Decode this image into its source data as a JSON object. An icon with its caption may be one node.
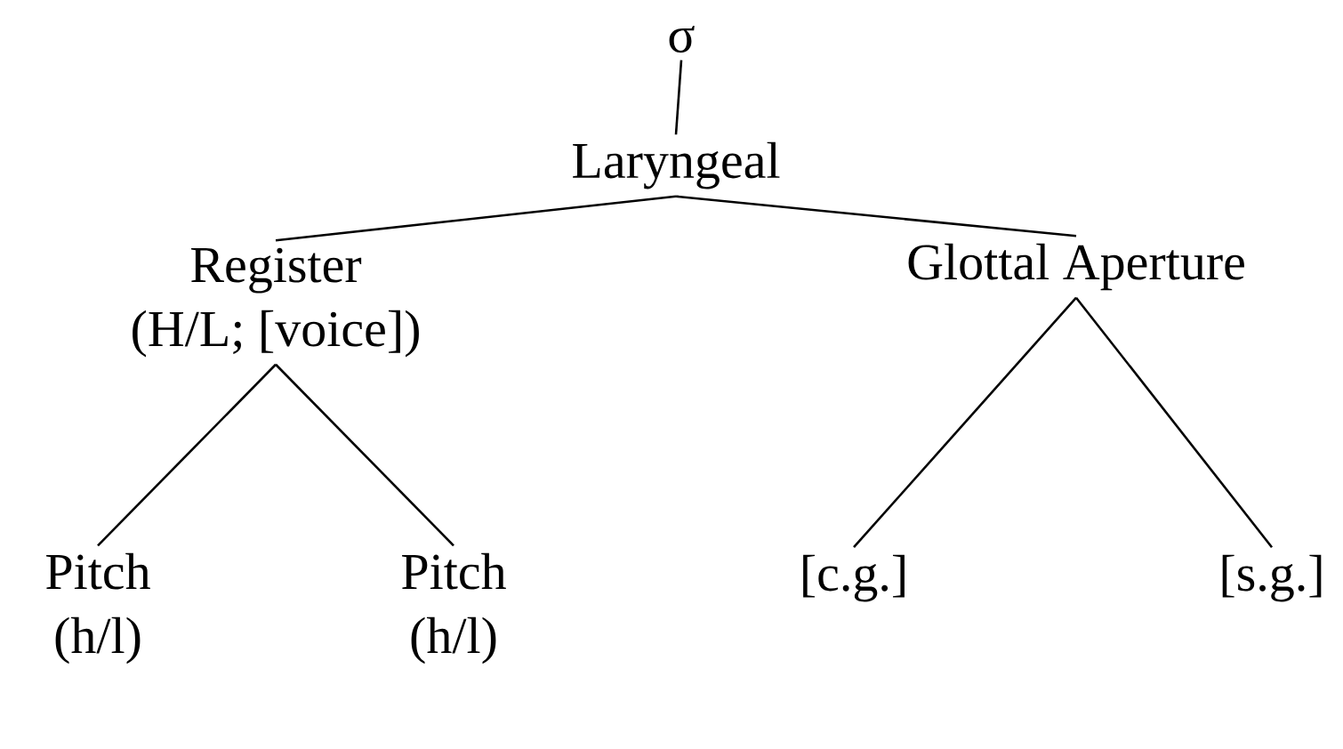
{
  "diagram": {
    "nodes": [
      {
        "text": [
          "σ"
        ]
      },
      {
        "text": [
          "Laryngeal"
        ]
      },
      {
        "text": [
          "Register",
          "(H/L; [voice])"
        ]
      },
      {
        "text": [
          "Glottal Aperture"
        ]
      },
      {
        "text": [
          "Pitch",
          "(h/l)"
        ]
      },
      {
        "text": [
          "Pitch",
          "(h/l)"
        ]
      },
      {
        "text": [
          "[c.g.]"
        ]
      },
      {
        "text": [
          "[s.g.]"
        ]
      }
    ],
    "edges": [
      {
        "from": 0,
        "to": 1,
        "arrow": "none"
      },
      {
        "from": 1,
        "to": 2,
        "arrow": "none"
      },
      {
        "from": 1,
        "to": 3,
        "arrow": "none"
      },
      {
        "from": 2,
        "to": 4,
        "arrow": "none"
      },
      {
        "from": 2,
        "to": 5,
        "arrow": "none"
      },
      {
        "from": 3,
        "to": 6,
        "arrow": "none"
      },
      {
        "from": 3,
        "to": 7,
        "arrow": "none"
      }
    ]
  }
}
